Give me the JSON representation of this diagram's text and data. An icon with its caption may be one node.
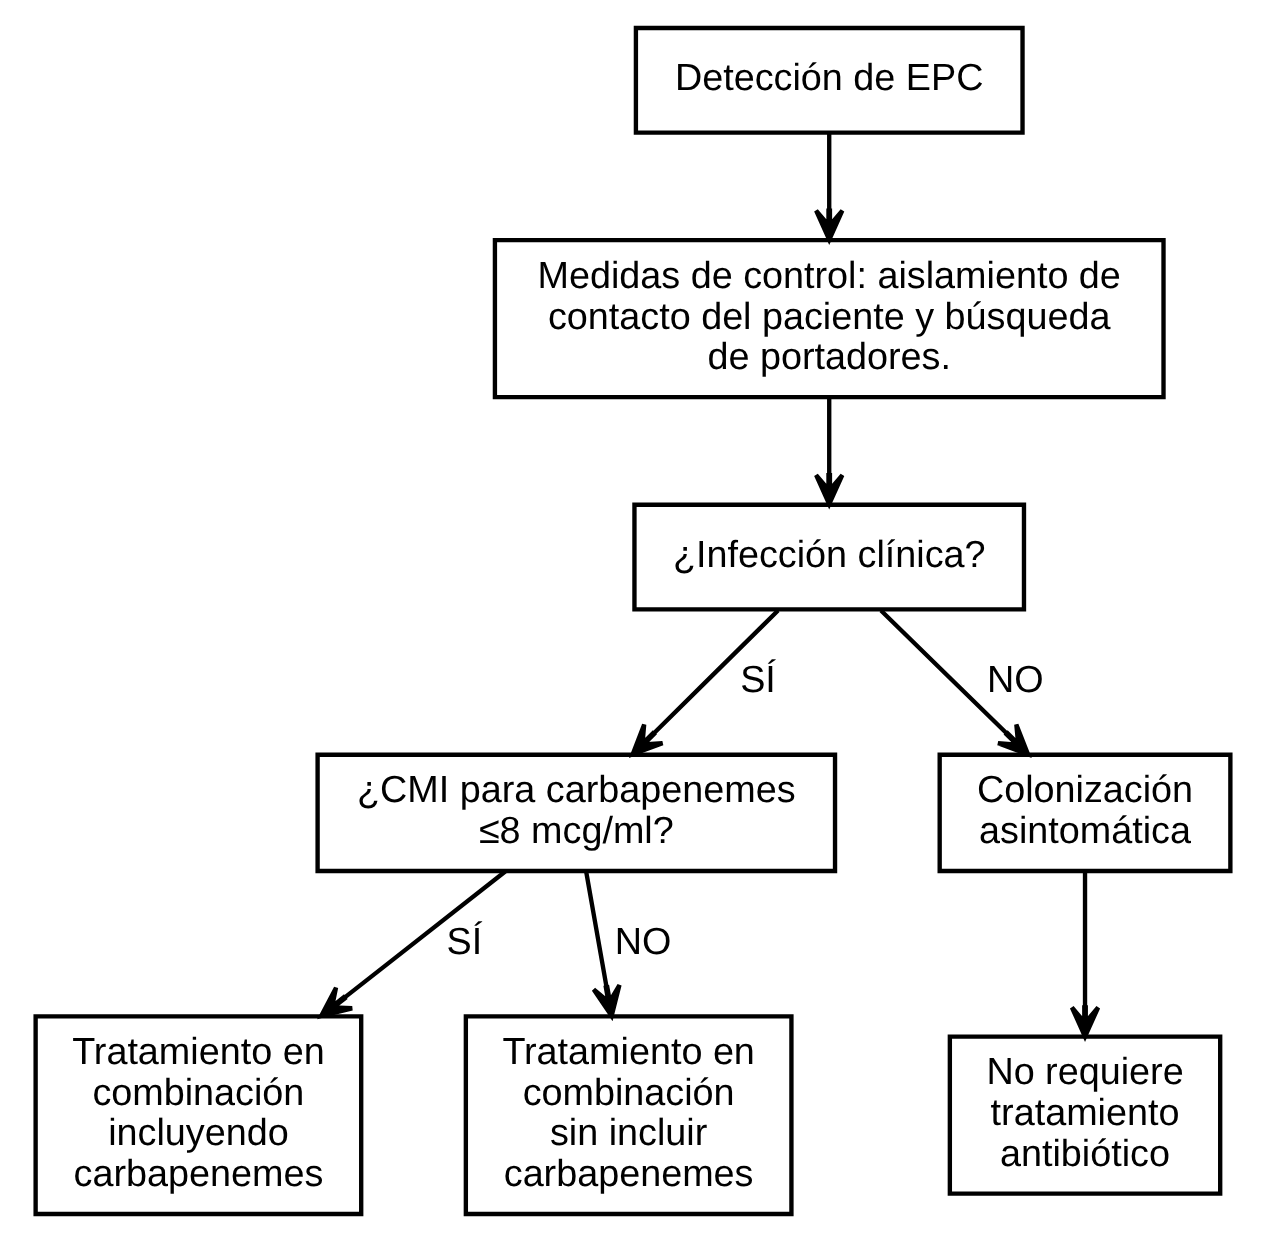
{
  "diagram": {
    "nodes": [
      {
        "text": [
          "Detección de EPC"
        ]
      },
      {
        "text": [
          "Medidas de control: aislamiento de contacto del paciente y búsqueda de portadores."
        ]
      },
      {
        "text": [
          "¿Infección clínica?"
        ]
      },
      {
        "text": [
          "¿CMI para carbapenemes ≤8 mcg/ml?"
        ]
      },
      {
        "text": [
          "Colonización asintomática"
        ]
      },
      {
        "text": [
          "Tratamiento en combinación incluyendo carbapenemes"
        ]
      },
      {
        "text": [
          "Tratamiento en combinación sin incluir carbapenemes"
        ]
      },
      {
        "text": [
          "No requiere tratamiento antibiótico"
        ]
      }
    ],
    "edges": [
      {
        "from": 0,
        "to": 1,
        "arrow": "to"
      },
      {
        "from": 1,
        "to": 2,
        "arrow": "to"
      },
      {
        "from": 2,
        "to": 3,
        "arrow": "to",
        "label": "SÍ"
      },
      {
        "from": 2,
        "to": 4,
        "arrow": "to",
        "label": "NO"
      },
      {
        "from": 3,
        "to": 5,
        "arrow": "to",
        "label": "SÍ"
      },
      {
        "from": 3,
        "to": 6,
        "arrow": "to",
        "label": "NO"
      },
      {
        "from": 4,
        "to": 7,
        "arrow": "to"
      }
    ]
  }
}
